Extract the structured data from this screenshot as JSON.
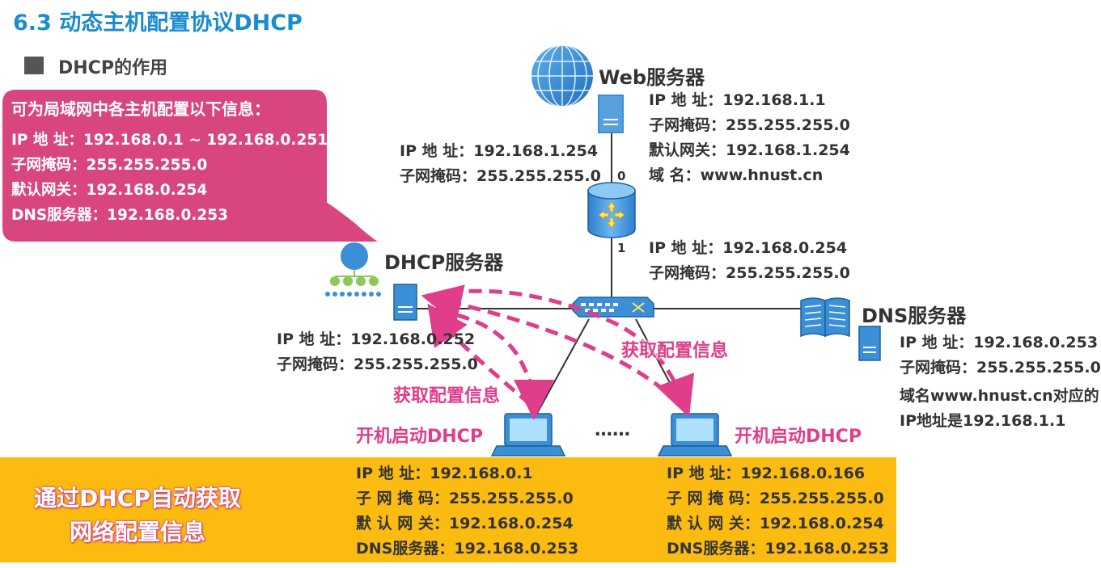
{
  "title": "6.3 动态主机配置协议DHCP",
  "section": "DHCP的作用",
  "callout": {
    "heading": "可为局域网中各主机配置以下信息：",
    "lines": [
      "IP 地   址：192.168.0.1 ~ 192.168.0.251",
      "子网掩码：255.255.255.0",
      "默认网关：192.168.0.254",
      "DNS服务器：192.168.0.253"
    ]
  },
  "web_server": {
    "name": "Web服务器",
    "lines": [
      "IP 地  址：192.168.1.1",
      "子网掩码：255.255.255.0",
      "默认网关：192.168.1.254",
      "域      名：www.hnust.cn"
    ]
  },
  "router": {
    "port0_label": "0",
    "port1_label": "1",
    "port0_lines": [
      "IP 地  址：192.168.1.254",
      "子网掩码：255.255.255.0"
    ],
    "port1_lines": [
      "IP 地  址：192.168.0.254",
      "子网掩码：255.255.255.0"
    ]
  },
  "dhcp_server": {
    "name": "DHCP服务器",
    "lines": [
      "IP 地  址：192.168.0.252",
      "子网掩码：255.255.255.0"
    ]
  },
  "dns_server": {
    "name": "DNS服务器",
    "lines": [
      "IP 地  址：192.168.0.253",
      "子网掩码：255.255.255.0",
      "域名www.hnust.cn对应的",
      "IP地址是192.168.1.1"
    ]
  },
  "flow": {
    "get_config_left": "获取配置信息",
    "get_config_right": "获取配置信息",
    "boot_left": "开机启动DHCP",
    "boot_right": "开机启动DHCP",
    "ellipsis": "……"
  },
  "result": {
    "summary_line1": "通过DHCP自动获取",
    "summary_line2": "网络配置信息",
    "host1": [
      "IP  地    址：192.168.0.1",
      "子 网 掩 码：255.255.255.0",
      "默 认 网 关：192.168.0.254",
      "DNS服务器：192.168.0.253"
    ],
    "host2": [
      "IP  地    址：192.168.0.166",
      "子 网 掩 码：255.255.255.0",
      "默 认 网 关：192.168.0.254",
      "DNS服务器：192.168.0.253"
    ]
  },
  "colors": {
    "title": "#1a8ccf",
    "callout_bg": "#d9467f",
    "accent_pink": "#e03d8a",
    "bar": "#fbbb10",
    "device_blue": "#3a8fd6"
  }
}
